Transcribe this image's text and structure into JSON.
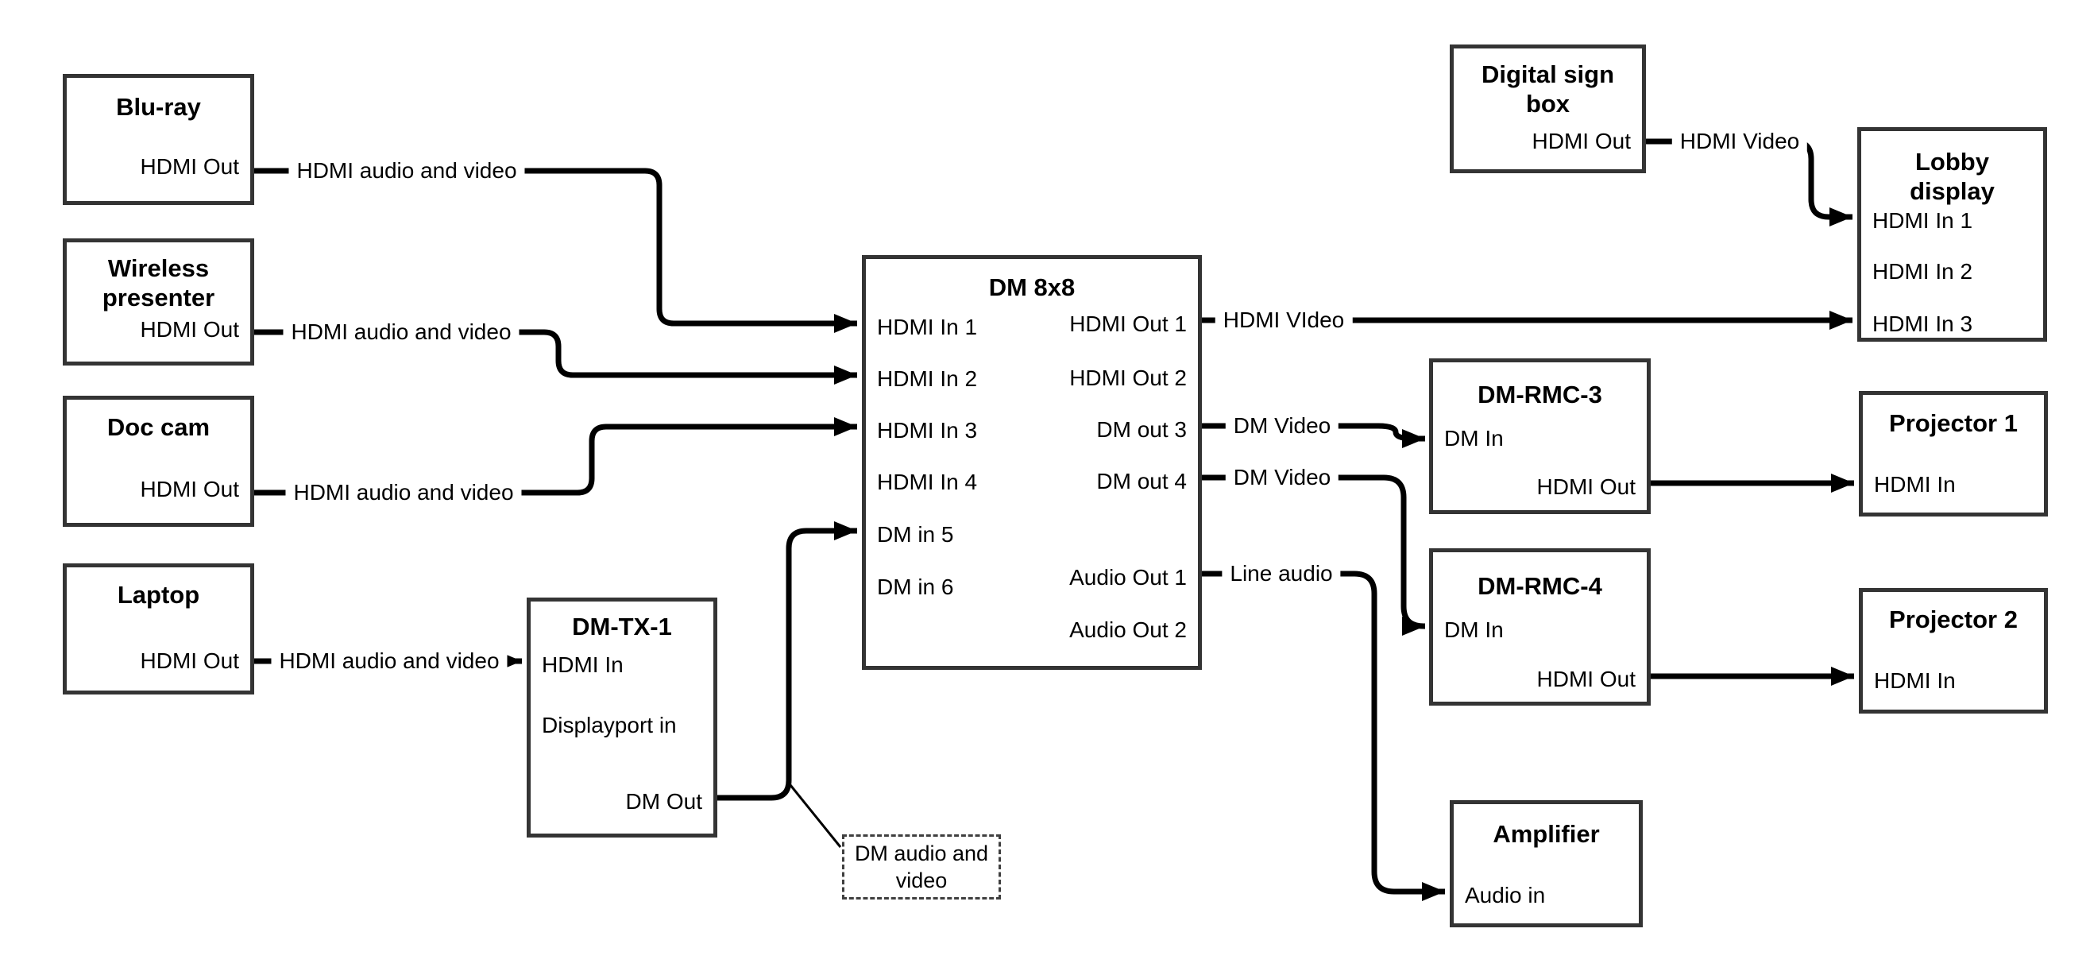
{
  "diagram": {
    "kind": "av-signal-flow-diagram",
    "colors": {
      "background": "#ffffff",
      "line": "#000000",
      "box_border": "#343434",
      "text": "#000000"
    }
  },
  "boxes": {
    "bluray": {
      "title": "Blu-ray",
      "port_hdmi_out": "HDMI Out"
    },
    "wireless": {
      "title_line1": "Wireless",
      "title_line2": "presenter",
      "port_hdmi_out": "HDMI Out"
    },
    "doccam": {
      "title": "Doc cam",
      "port_hdmi_out": "HDMI Out"
    },
    "laptop": {
      "title": "Laptop",
      "port_hdmi_out": "HDMI Out"
    },
    "dmtx1": {
      "title": "DM-TX-1",
      "port_hdmi_in": "HDMI In",
      "port_dp_in": "Displayport in",
      "port_dm_out": "DM Out"
    },
    "dm8x8": {
      "title": "DM 8x8",
      "in1": "HDMI In 1",
      "in2": "HDMI In 2",
      "in3": "HDMI In 3",
      "in4": "HDMI In 4",
      "in5": "DM in 5",
      "in6": "DM in 6",
      "out1": "HDMI Out 1",
      "out2": "HDMI Out 2",
      "out3": "DM out 3",
      "out4": "DM out 4",
      "aout1": "Audio Out 1",
      "aout2": "Audio Out 2"
    },
    "digisign": {
      "title_line1": "Digital sign",
      "title_line2": "box",
      "port_hdmi_out": "HDMI Out"
    },
    "lobby": {
      "title_line1": "Lobby",
      "title_line2": "display",
      "in1": "HDMI In 1",
      "in2": "HDMI In 2",
      "in3": "HDMI In 3"
    },
    "dmrmc3": {
      "title": "DM-RMC-3",
      "port_dm_in": "DM In",
      "port_hdmi_out": "HDMI Out"
    },
    "proj1": {
      "title": "Projector 1",
      "port_hdmi_in": "HDMI In"
    },
    "dmrmc4": {
      "title": "DM-RMC-4",
      "port_dm_in": "DM In",
      "port_hdmi_out": "HDMI Out"
    },
    "proj2": {
      "title": "Projector 2",
      "port_hdmi_in": "HDMI In"
    },
    "amplifier": {
      "title": "Amplifier",
      "port_audio_in": "Audio in"
    }
  },
  "edge_labels": {
    "bluray_line": "HDMI audio and video",
    "wireless_line": "HDMI audio and video",
    "doccam_line": "HDMI audio and video",
    "laptop_line": "HDMI audio and video",
    "hdmi_out1_line": "HDMI VIdeo",
    "dm_out3_line": "DM Video",
    "dm_out4_line": "DM Video",
    "audio_out1_line": "Line audio",
    "digisign_line": "HDMI Video"
  },
  "callout": {
    "line1": "DM audio and",
    "line2": "video"
  }
}
